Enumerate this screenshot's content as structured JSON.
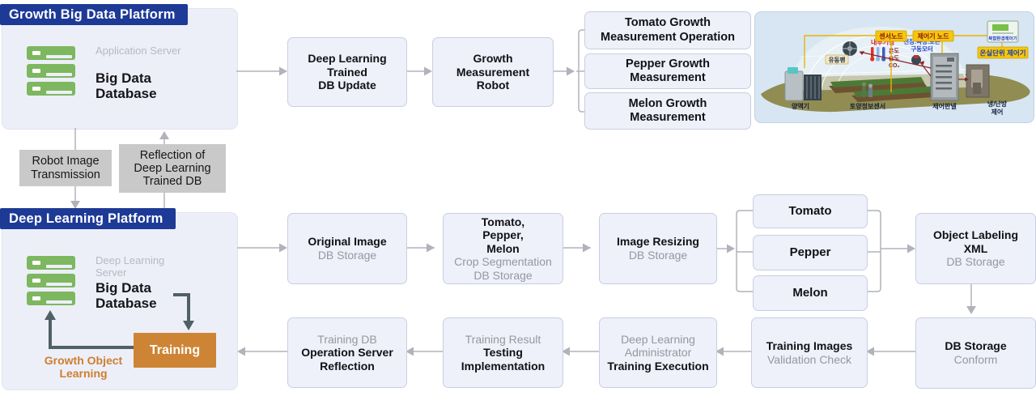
{
  "colors": {
    "header_blue": "#1d3a96",
    "panel_bg": "#edeff8",
    "box_bg": "#eef0fa",
    "box_border": "#c9cfe2",
    "gray_label_bg": "#c9c9c9",
    "muted_text": "#97979f",
    "server_green": "#7db75f",
    "training_orange": "#cd8434",
    "loop_orange_text": "#cd7e2e",
    "arrow_gray": "#b2b2ba",
    "arrow_slate": "#4f6066"
  },
  "top_platform": {
    "title": "Growth Big Data Platform",
    "server": {
      "subtitle": "Application Server",
      "title": "Big Data Database"
    },
    "flow": [
      {
        "lines": [
          {
            "t": "Deep Learning",
            "s": "b"
          },
          {
            "t": "Trained",
            "s": "b"
          },
          {
            "t": "DB Update",
            "s": "b"
          }
        ]
      },
      {
        "lines": [
          {
            "t": "Growth",
            "s": "b"
          },
          {
            "t": "Measurement",
            "s": "b"
          },
          {
            "t": "Robot",
            "s": "b"
          }
        ]
      }
    ],
    "outputs": [
      {
        "lines": [
          {
            "t": "Tomato Growth",
            "s": "b"
          },
          {
            "t": "Measurement Operation",
            "s": "b"
          }
        ]
      },
      {
        "lines": [
          {
            "t": "Pepper Growth",
            "s": "b"
          },
          {
            "t": "Measurement",
            "s": "b"
          }
        ]
      },
      {
        "lines": [
          {
            "t": "Melon Growth",
            "s": "b"
          },
          {
            "t": "Measurement",
            "s": "b"
          }
        ]
      }
    ]
  },
  "transfer": {
    "down": {
      "lines": [
        {
          "t": "Robot Image"
        },
        {
          "t": "Transmission"
        }
      ]
    },
    "up": {
      "lines": [
        {
          "t": "Reflection of"
        },
        {
          "t": "Deep Learning"
        },
        {
          "t": "Trained DB"
        }
      ]
    }
  },
  "dl_platform": {
    "title": "Deep Learning Platform",
    "server": {
      "subtitle": "Deep Learning Server",
      "title": "Big Data Database"
    },
    "training_label": "Training",
    "loop_label_line1": "Growth Object",
    "loop_label_line2": "Learning",
    "row1": [
      {
        "lines": [
          {
            "t": "Original Image",
            "s": "b"
          },
          {
            "t": "DB Storage",
            "s": "m"
          }
        ]
      },
      {
        "lines": [
          {
            "t": "Tomato,",
            "s": "b"
          },
          {
            "t": "Pepper,",
            "s": "b"
          },
          {
            "t": "Melon",
            "s": "b"
          },
          {
            "t": "Crop Segmentation",
            "s": "m"
          },
          {
            "t": "DB Storage",
            "s": "m"
          }
        ]
      },
      {
        "lines": [
          {
            "t": "Image Resizing",
            "s": "b"
          },
          {
            "t": "DB Storage",
            "s": "m"
          }
        ]
      },
      {
        "lines": [
          {
            "t": "Object Labeling",
            "s": "b"
          },
          {
            "t": "XML",
            "s": "b"
          },
          {
            "t": "DB Storage",
            "s": "m"
          }
        ]
      }
    ],
    "stack": [
      {
        "label": "Tomato"
      },
      {
        "label": "Pepper"
      },
      {
        "label": "Melon"
      }
    ],
    "row2": [
      {
        "lines": [
          {
            "t": "Training DB",
            "s": "m"
          },
          {
            "t": "Operation Server",
            "s": "b"
          },
          {
            "t": "Reflection",
            "s": "b"
          }
        ]
      },
      {
        "lines": [
          {
            "t": "Training Result",
            "s": "m"
          },
          {
            "t": "Testing",
            "s": "b"
          },
          {
            "t": "Implementation",
            "s": "b"
          }
        ]
      },
      {
        "lines": [
          {
            "t": "Deep Learning",
            "s": "m"
          },
          {
            "t": "Administrator",
            "s": "m"
          },
          {
            "t": "Training Execution",
            "s": "b"
          }
        ]
      },
      {
        "lines": [
          {
            "t": "Training Images",
            "s": "b"
          },
          {
            "t": "Validation Check",
            "s": "m"
          }
        ]
      },
      {
        "lines": [
          {
            "t": "DB Storage",
            "s": "b"
          },
          {
            "t": "Conform",
            "s": "m"
          }
        ]
      }
    ]
  },
  "greenhouse": {
    "labels": {
      "sensor_node": "센서노드",
      "controller_node": "제어기 노드",
      "greenhouse_unit_controller": "온실단위 제어기",
      "complex_controller": "복합환경제어기",
      "internal_weather": "내부기상",
      "drive_motor_line1": "천장.측창.보온",
      "drive_motor_line2": "구동모터",
      "temperature": "온도",
      "humidity": "습도",
      "co2": "CO₂",
      "circulation_fan": "유동팬",
      "nutrient_machine": "양액기",
      "soil_sensor": "토양정보센서",
      "control_panel": "제어판넬",
      "cooling_heating_line1": "냉/난방",
      "cooling_heating_line2": "제어"
    }
  }
}
